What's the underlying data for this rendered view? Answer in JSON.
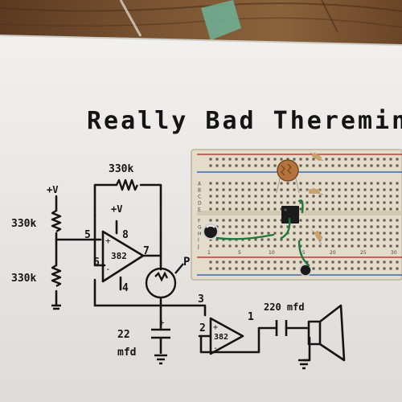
{
  "photo": {
    "title": "Really Bad Theremin",
    "resistor_labels": [
      "330k",
      "330k",
      "330k"
    ],
    "capacitor_labels": [
      "22",
      "mfd",
      "220 mfd"
    ],
    "supply_labels": [
      "+V",
      "+V"
    ],
    "chip_labels": [
      "382",
      "382"
    ],
    "pin_labels": [
      "5",
      "6",
      "7",
      "8",
      "4",
      "3",
      "2",
      "1"
    ],
    "polarity_labels": [
      "+",
      "-",
      "+",
      "-",
      "+"
    ],
    "photocell_label": "PC",
    "breadboard": {
      "row_letters": [
        "A",
        "B",
        "C",
        "D",
        "E",
        "F",
        "G",
        "H",
        "I",
        "J"
      ],
      "column_numbers": [
        "1",
        "5",
        "10",
        "15",
        "20",
        "25",
        "30"
      ]
    }
  },
  "colors": {
    "wood": "#6e4a2c",
    "paper": "#ecebe8",
    "ink": "#141414",
    "breadboard": "#e3dccb",
    "rail_red": "#c23a32",
    "rail_blue": "#3a66b8",
    "wire_green": "#1f7a3a"
  }
}
